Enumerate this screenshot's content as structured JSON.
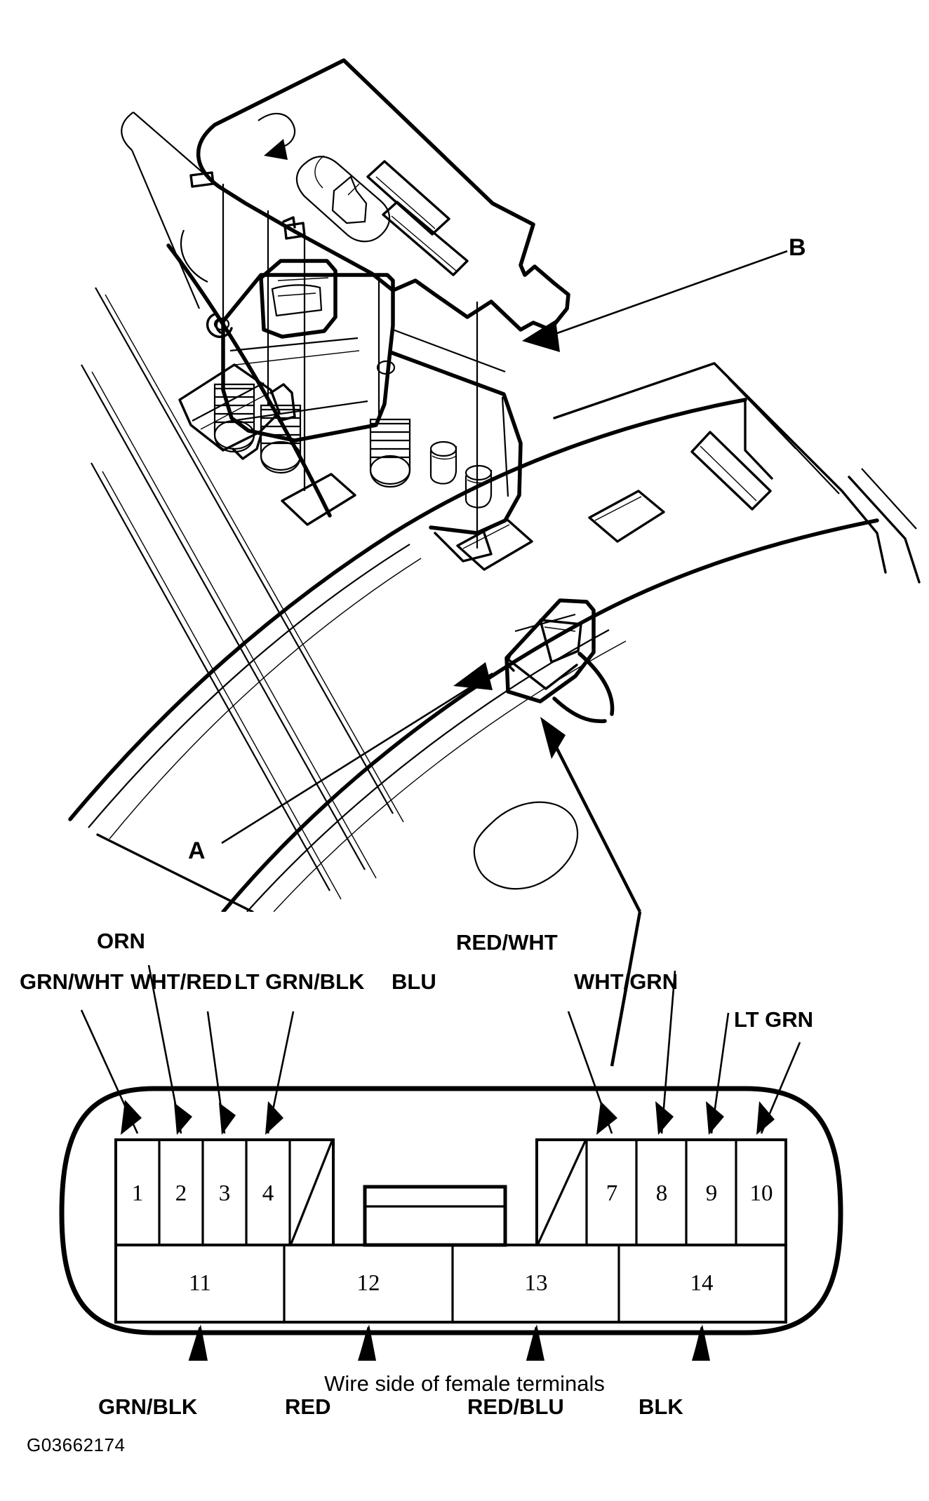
{
  "figure": {
    "id": "G03662174",
    "caption": "Wire side of female terminals",
    "callouts": [
      {
        "key": "A",
        "label": "A"
      },
      {
        "key": "B",
        "label": "B"
      }
    ]
  },
  "connector": {
    "top_row": [
      {
        "pin": "1",
        "wire": "GRN/WHT",
        "blank": false
      },
      {
        "pin": "2",
        "wire": "ORN",
        "blank": false
      },
      {
        "pin": "3",
        "wire": "WHT/RED",
        "blank": false
      },
      {
        "pin": "4",
        "wire": "LT GRN/BLK",
        "blank": false
      },
      {
        "pin": "",
        "wire": "",
        "blank": true
      },
      {
        "pin": "",
        "wire": "",
        "blank": true
      },
      {
        "pin": "7",
        "wire": "BLU",
        "blank": false
      },
      {
        "pin": "8",
        "wire": "RED/WHT",
        "blank": false
      },
      {
        "pin": "9",
        "wire": "WHT/GRN",
        "blank": false
      },
      {
        "pin": "10",
        "wire": "LT GRN",
        "blank": false
      }
    ],
    "bottom_row": [
      {
        "pin": "11",
        "wire": "GRN/BLK"
      },
      {
        "pin": "12",
        "wire": "RED"
      },
      {
        "pin": "13",
        "wire": "RED/BLU"
      },
      {
        "pin": "14",
        "wire": "BLK"
      }
    ]
  },
  "labels": {
    "grn_wht": "GRN/WHT",
    "orn": "ORN",
    "wht_red": "WHT/RED",
    "lt_grn_blk": "LT GRN/BLK",
    "blu": "BLU",
    "red_wht": "RED/WHT",
    "wht_grn": "WHT/GRN",
    "lt_grn": "LT GRN",
    "grn_blk": "GRN/BLK",
    "red": "RED",
    "red_blu": "RED/BLU",
    "blk": "BLK",
    "callout_a": "A",
    "callout_b": "B"
  },
  "pin_numbers": {
    "p1": "1",
    "p2": "2",
    "p3": "3",
    "p4": "4",
    "p7": "7",
    "p8": "8",
    "p9": "9",
    "p10": "10",
    "p11": "11",
    "p12": "12",
    "p13": "13",
    "p14": "14"
  }
}
